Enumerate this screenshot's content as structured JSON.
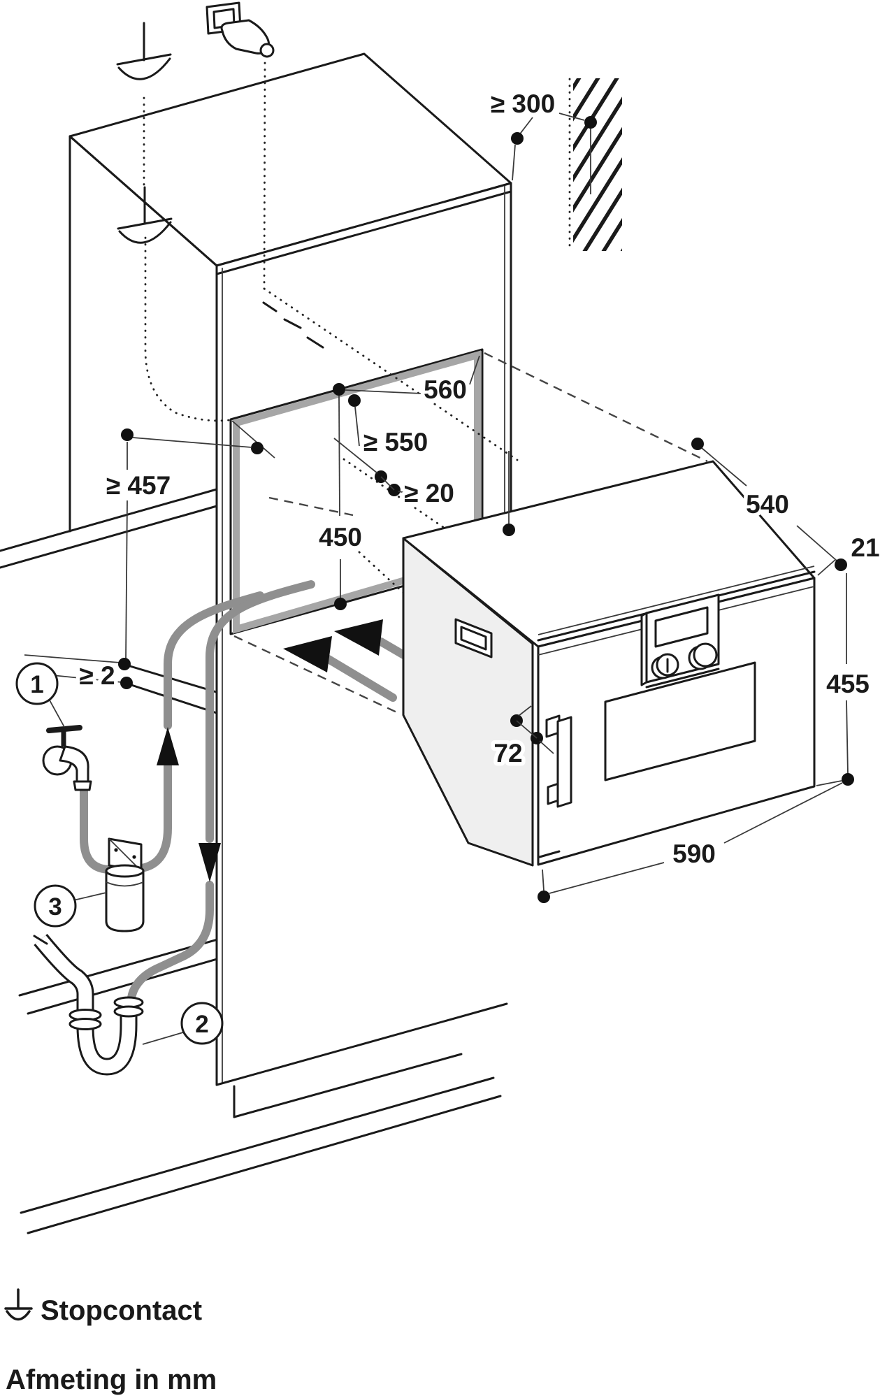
{
  "figure": {
    "dimensions": {
      "clearance_above_appliance": "≥ 300",
      "niche_width": "560",
      "niche_depth": "≥ 550",
      "rear_clearance": "≥ 20",
      "niche_height": "450",
      "height_above_worktop": "≥ 457",
      "appliance_depth": "540",
      "front_overhang": "21",
      "appliance_height": "455",
      "handle_depth": "72",
      "appliance_width": "590",
      "worktop_gap": "≥ 2"
    },
    "callouts": {
      "water_tap": "1",
      "drain_siphon": "2",
      "water_filter": "3"
    },
    "legend": {
      "socket_symbol_label": "Stopcontact"
    },
    "footer_note": "Afmeting in mm",
    "colors": {
      "line": "#1a1a1a",
      "hose_gray": "#8f8f8f",
      "panel_gray": "#efefef",
      "frame_gray": "#a6a6a6"
    },
    "icons": {
      "power_plug": "power-plug-icon",
      "socket_outlet_symbol": "socket-symbol-icon",
      "water_tap": "water-tap-icon",
      "water_filter": "water-filter-icon",
      "drain_siphon": "siphon-icon",
      "insertion_arrows": "insert-arrows-icon"
    }
  }
}
